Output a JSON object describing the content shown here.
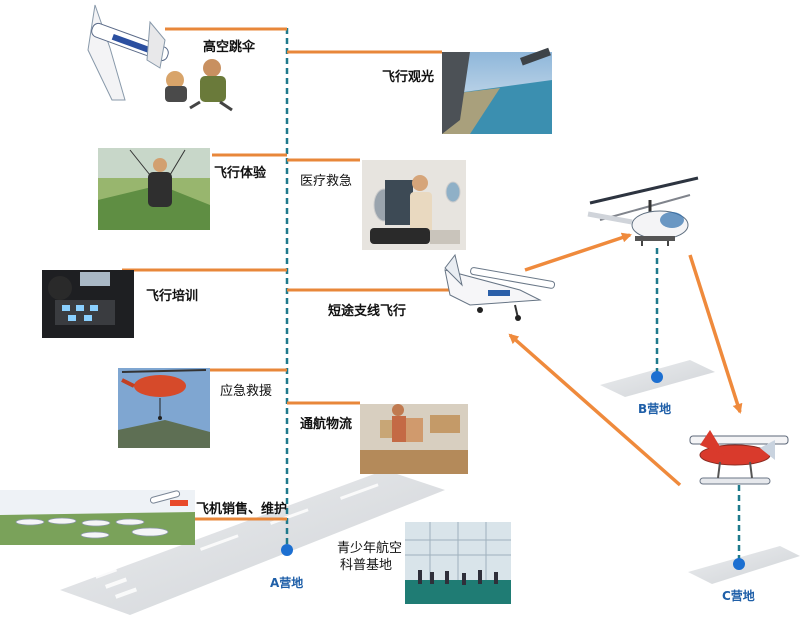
{
  "services": {
    "skydiving": "高空跳伞",
    "sightseeing": "飞行观光",
    "flight_experience": "飞行体验",
    "medical_rescue": "医疗救急",
    "flight_training": "飞行培训",
    "short_haul": "短途支线飞行",
    "emergency_rescue": "应急救援",
    "logistics": "通航物流",
    "sales_maintenance": "飞机销售、维护",
    "youth_base_line1": "青少年航空",
    "youth_base_line2": "科普基地"
  },
  "camps": {
    "a": "A营地",
    "b": "B营地",
    "c": "C营地"
  },
  "colors": {
    "branch_line": "#e8873a",
    "trunk_line": "#1f7a8c",
    "arrow": "#ef8a3c",
    "node": "#1c6fd1",
    "runway": "#d7d9dc"
  }
}
